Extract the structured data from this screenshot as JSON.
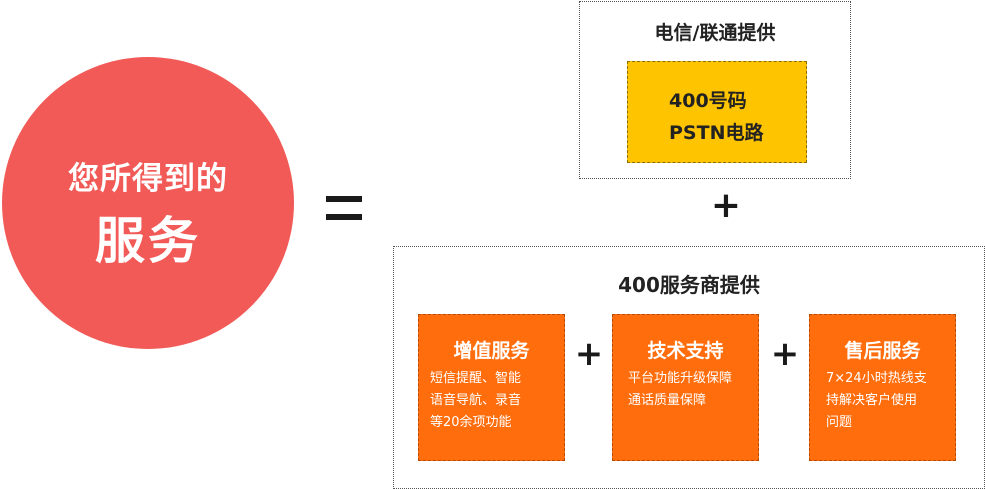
{
  "service": {
    "line1": "您所得到的",
    "line2": "服务"
  },
  "equals": "=",
  "carrier_group": {
    "title": "电信/联通提供",
    "box": {
      "line1": "400号码",
      "line2": "PSTN电路"
    }
  },
  "plus_mid": "+",
  "provider_group": {
    "title": "400服务商提供",
    "items": [
      {
        "title": "增值服务",
        "desc": [
          "短信提醒、智能",
          "语音导航、录音",
          "等20余项功能"
        ]
      },
      {
        "title": "技术支持",
        "desc": [
          "平台功能升级保障",
          "通话质量保障"
        ]
      },
      {
        "title": "售后服务",
        "desc": [
          "7×24小时热线支",
          "持解决客户使用",
          "问题"
        ]
      }
    ],
    "plus_a": "+",
    "plus_b": "+"
  },
  "colors": {
    "circle": "#f25a57",
    "yellow": "#ffc400",
    "orange": "#ff6d0d"
  }
}
